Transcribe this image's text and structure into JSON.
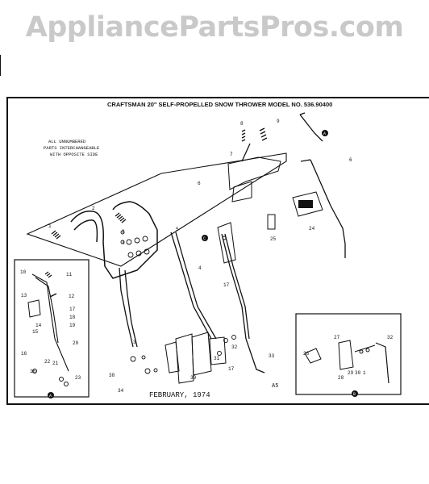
{
  "watermark": "AppliancePartsPros.com",
  "title": "CRAFTSMAN 20\" SELF-PROPELLED SNOW THROWER MODEL NO. 536.90400",
  "note": [
    "ALL UNNUMBERED",
    "PARTS INTERCHANGEABLE",
    "WITH OPPOSITE SIDE"
  ],
  "date": "FEBRUARY, 1974",
  "page_code": "A5",
  "callouts": {
    "a": "A",
    "b": "B",
    "c": "C",
    "n1": "1",
    "n2": "2",
    "n3": "3",
    "n4": "4",
    "n5": "5",
    "n6": "6",
    "n7": "7",
    "n8": "8",
    "n9": "9",
    "n10": "10",
    "n11": "11",
    "n12": "12",
    "n13": "13",
    "n14": "14",
    "n15": "15",
    "n16": "16",
    "n17": "17",
    "n18": "18",
    "n19": "19",
    "n20": "20",
    "n21": "21",
    "n22": "22",
    "n23": "23",
    "n24": "24",
    "n25": "25",
    "n26": "26",
    "n27": "27",
    "n28": "28",
    "n29": "29",
    "n30": "30",
    "n31": "31",
    "n32": "32",
    "n33": "33",
    "n34": "34",
    "n35": "35",
    "n36": "36",
    "n38": "38",
    "n39": "39"
  }
}
